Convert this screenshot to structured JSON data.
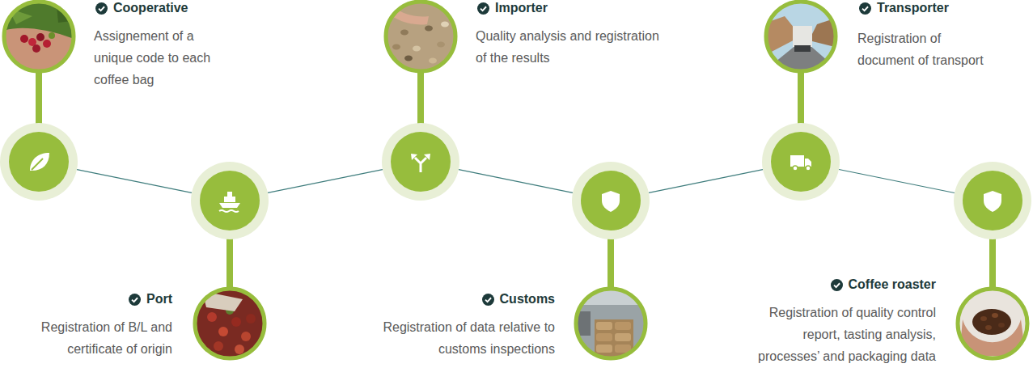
{
  "diagram": {
    "nodes": [
      {
        "text": [
          "Cooperative",
          "Assignement of a unique code to each coffee bag"
        ]
      },
      {
        "text": [
          "Port",
          "Registration of B/L and certificate of origin"
        ]
      },
      {
        "text": [
          "Importer",
          "Quality analysis and registration of the results"
        ]
      },
      {
        "text": [
          "Customs",
          "Registration of data relative to customs inspections"
        ]
      },
      {
        "text": [
          "Transporter",
          "Registration of document of transport"
        ]
      },
      {
        "text": [
          "Coffee roaster",
          "Registration of quality control report, tasting analysis, processes’ and packaging data"
        ]
      }
    ],
    "edges": [
      {
        "from": 0,
        "to": 1,
        "arrow": "none"
      },
      {
        "from": 1,
        "to": 2,
        "arrow": "none"
      },
      {
        "from": 2,
        "to": 3,
        "arrow": "none"
      },
      {
        "from": 3,
        "to": 4,
        "arrow": "none"
      },
      {
        "from": 4,
        "to": 5,
        "arrow": "none"
      }
    ]
  }
}
